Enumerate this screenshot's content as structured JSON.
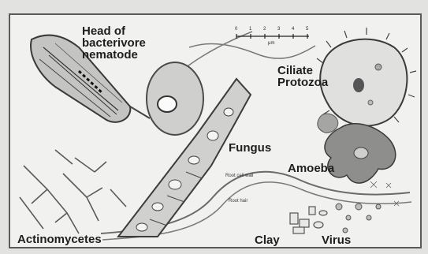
{
  "labels": {
    "nematode": "Head of\nbacterivore\nnematode",
    "ciliate": "Ciliate\nProtozoa",
    "fungus": "Fungus",
    "amoeba": "Amoeba",
    "actinomycetes": "Actinomycetes",
    "clay": "Clay",
    "virus": "Virus",
    "root_cell_wall": "Root cell wall",
    "root_hair": "Root hair"
  },
  "scale": {
    "ticks": [
      "0",
      "1",
      "2",
      "3",
      "4",
      "5"
    ],
    "unit": "μm"
  }
}
